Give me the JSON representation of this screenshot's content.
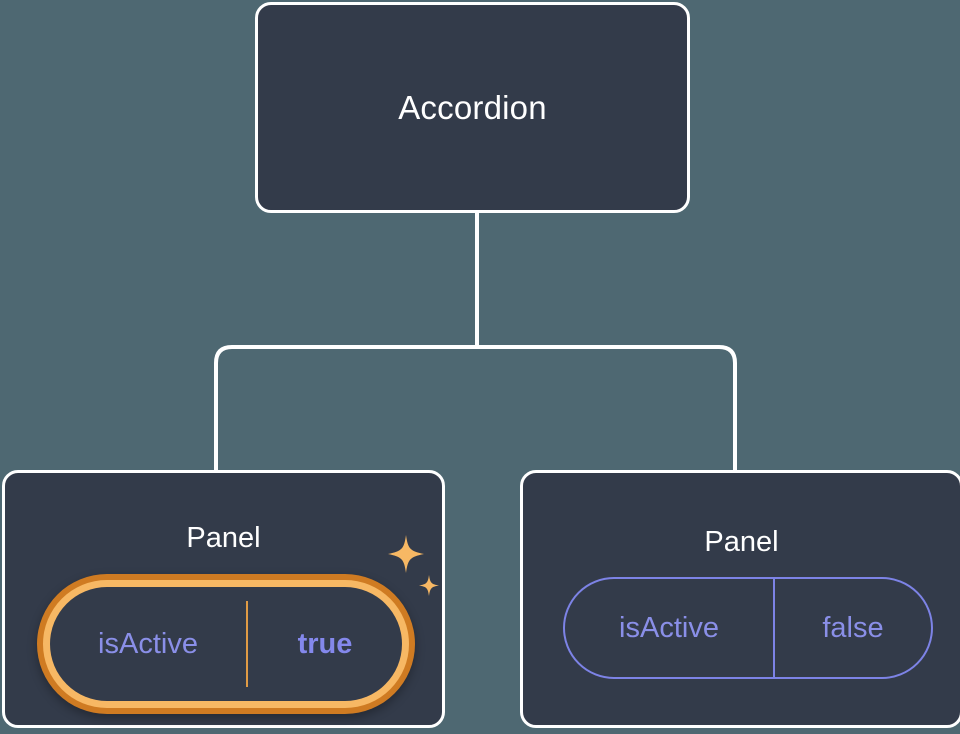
{
  "diagram": {
    "type": "component-tree",
    "background_color": "#4E6872",
    "node_fill_color": "#333B4A",
    "node_border_color": "#FFFFFF",
    "connector_color": "#FFFFFF",
    "accent_highlight_outer": "#CF7B22",
    "accent_highlight_inner": "#F7B864",
    "prop_text_color": "#8A8FE8",
    "root": {
      "label": "Accordion"
    },
    "children": [
      {
        "label": "Panel",
        "highlighted": true,
        "prop": {
          "key": "isActive",
          "value": "true",
          "value_bold": true
        },
        "decoration": "sparkles"
      },
      {
        "label": "Panel",
        "highlighted": false,
        "prop": {
          "key": "isActive",
          "value": "false",
          "value_bold": false
        }
      }
    ]
  }
}
